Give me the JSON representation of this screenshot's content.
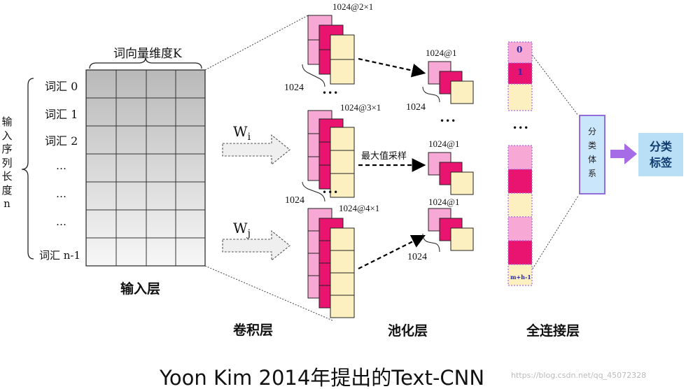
{
  "input": {
    "dim_label": "词向量维度K",
    "rows": [
      "词汇 0",
      "词汇 1",
      "词汇 2",
      "…",
      "…",
      "…",
      "词汇 n-1"
    ],
    "seq_len_label": [
      "输",
      "入",
      "序",
      "列",
      "长",
      "度",
      "n"
    ],
    "caption": "输入层"
  },
  "weights": {
    "wi_main": "W",
    "wi_sub": "i",
    "wj_main": "W",
    "wj_sub": "j"
  },
  "conv": {
    "caption": "卷积层",
    "map1": "1024@2×1",
    "map2": "1024@3×1",
    "map3": "1024@4×1",
    "depth1": "1024",
    "depth2": "1024",
    "dots": "•••"
  },
  "pool": {
    "caption": "池化层",
    "op_label": "最大值采样",
    "out1": "1024@1",
    "out2": "1024@1",
    "out3": "1024@1",
    "depth1": "1024",
    "depth3": "1024",
    "dots": "•••"
  },
  "fc": {
    "caption": "全连接层",
    "cell0": "0",
    "cell1": "1",
    "last": "m+h-1",
    "dots": "•••"
  },
  "classifier": {
    "chars": [
      "分",
      "类",
      "体",
      "系"
    ]
  },
  "output": {
    "line1": "分类",
    "line2": "标签"
  },
  "footer": {
    "title": "Yoon Kim 2014年提出的Text-CNN",
    "watermark": "https://blog.csdn.net/qq_45072328"
  },
  "colors": {
    "pink_light": "#f7a8d4",
    "pink_dark": "#e8146f",
    "cream": "#fdf0c0",
    "purple": "#9b6fe0",
    "classifier_bg": "#c9e6fb",
    "output_bg": "#b9dff6",
    "grid_dark": "#c8c8c8"
  }
}
